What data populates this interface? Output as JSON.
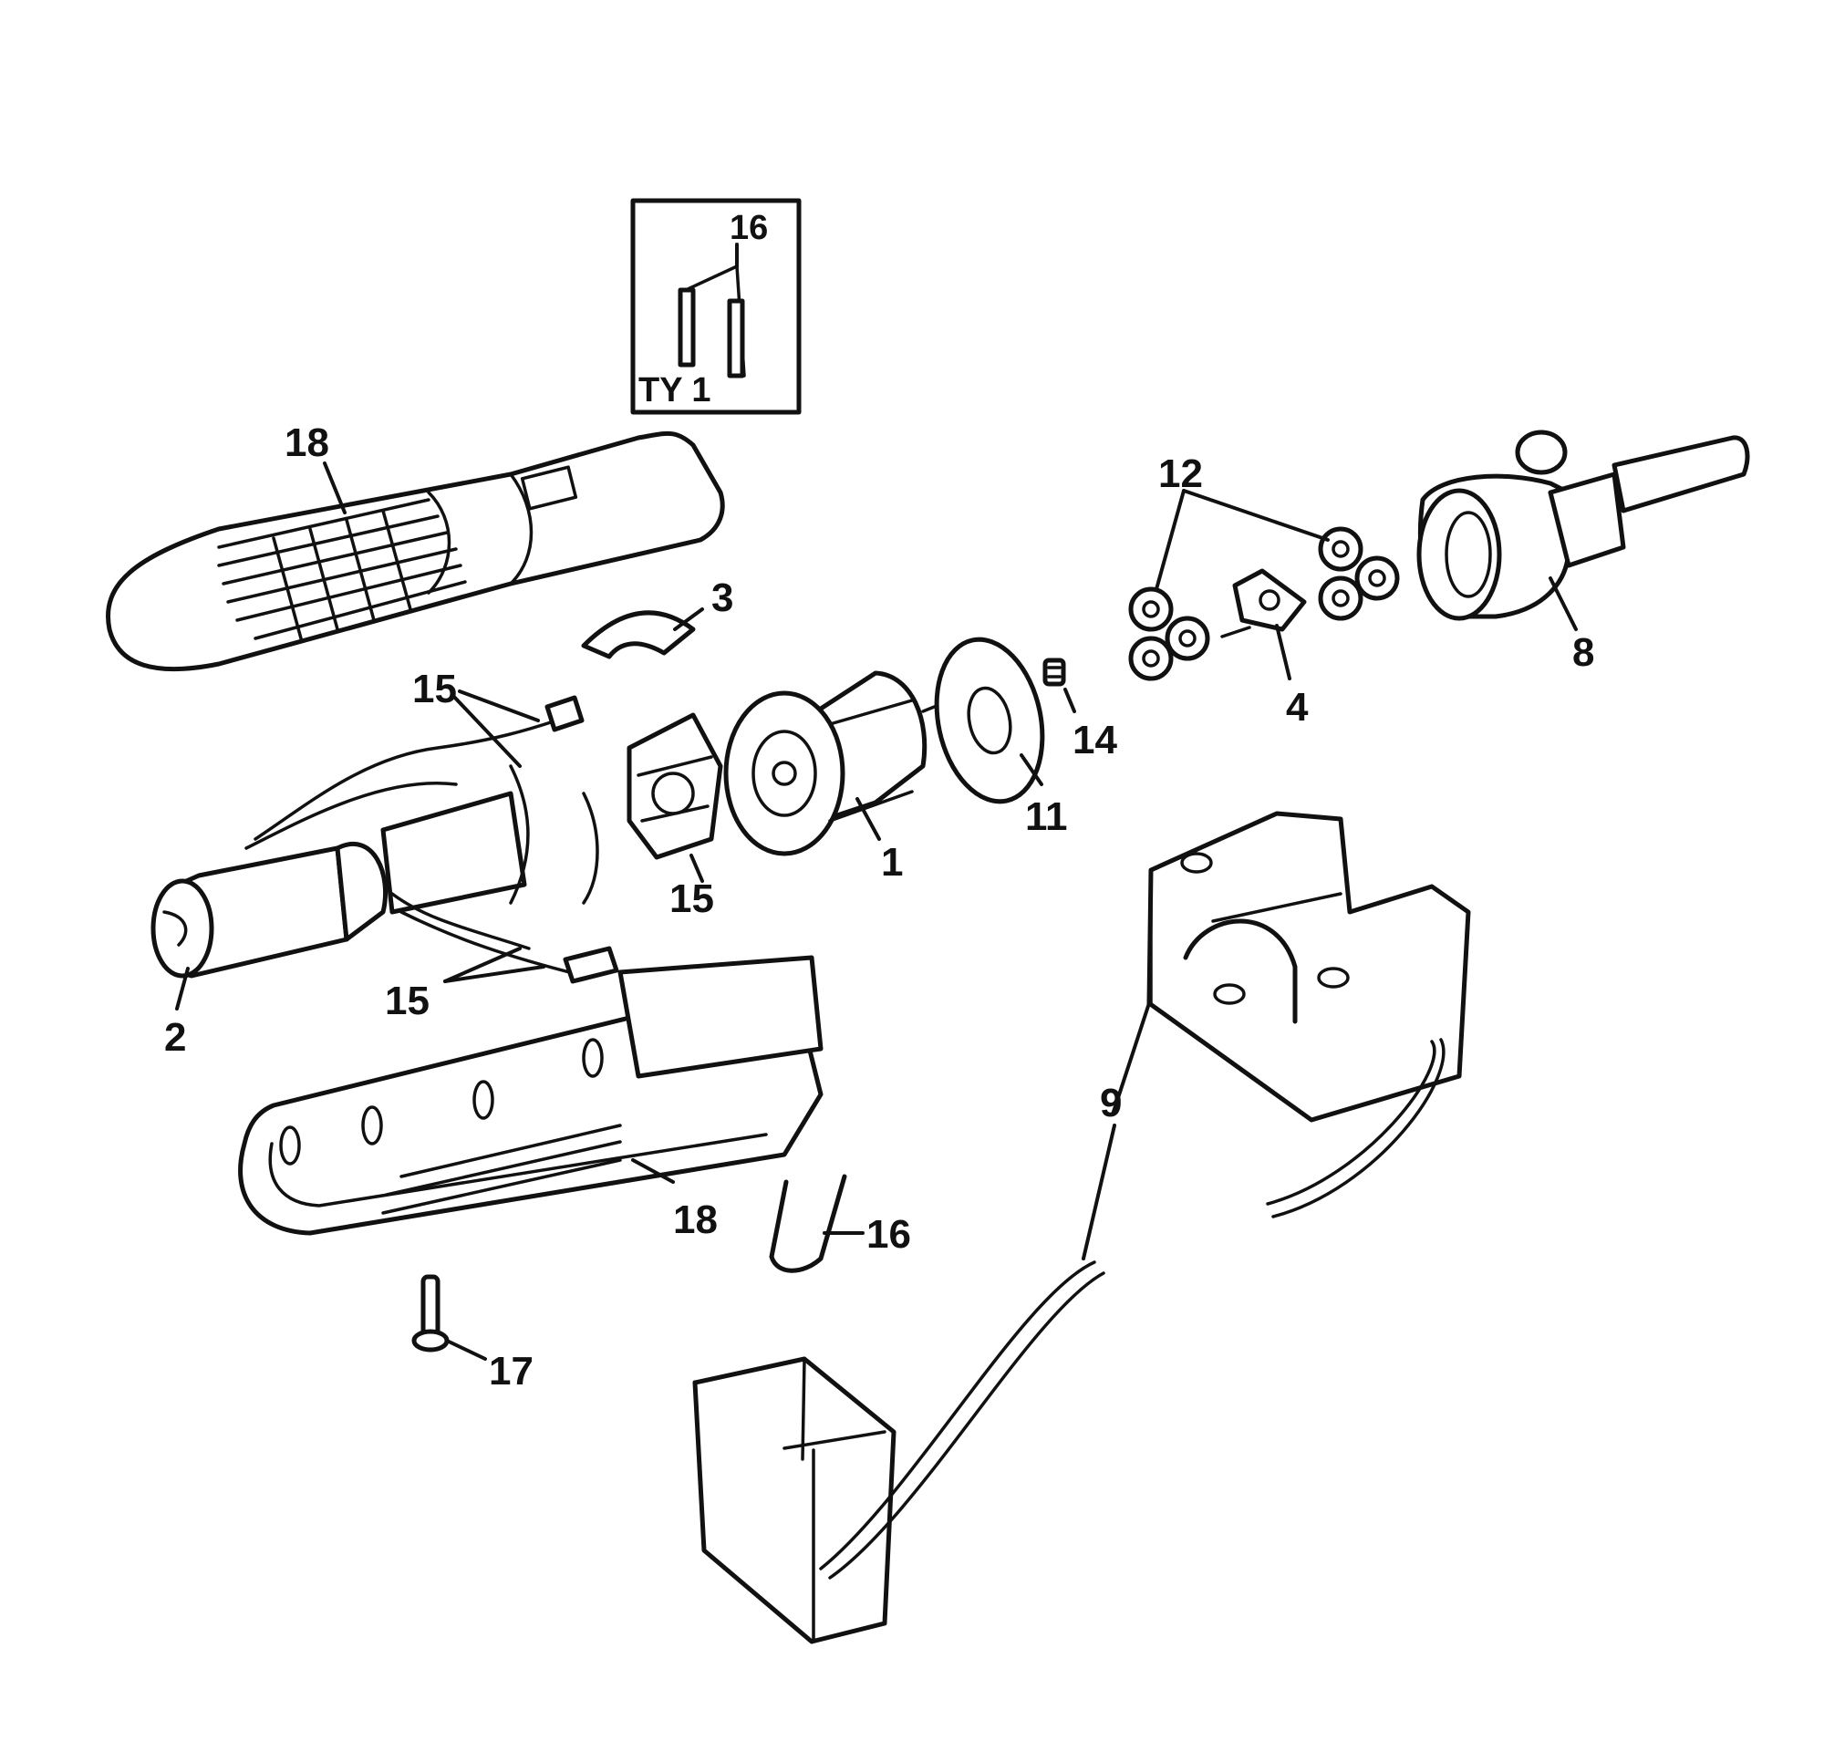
{
  "colors": {
    "ink": "#111111",
    "paper": "#ffffff"
  },
  "inset": {
    "part": "16",
    "caption": "TY 1"
  },
  "labels": {
    "l18_top": "18",
    "l3": "3",
    "l15_a": "15",
    "l15_b": "15",
    "l15_c": "15",
    "l2": "2",
    "l1": "1",
    "l11": "11",
    "l14": "14",
    "l12": "12",
    "l4": "4",
    "l8": "8",
    "l9": "9",
    "l18_bottom": "18",
    "l16": "16",
    "l17": "17"
  }
}
